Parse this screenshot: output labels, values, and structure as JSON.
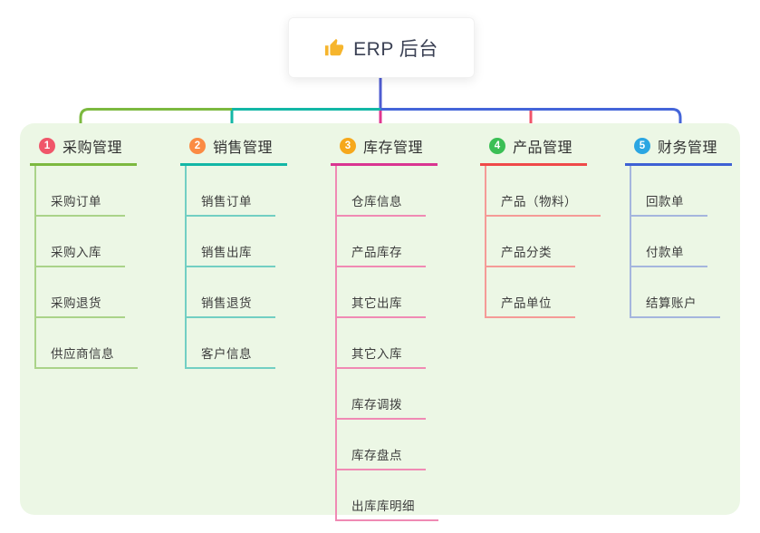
{
  "root": {
    "label": "ERP 后台",
    "icon": "thumbs-up-icon",
    "icon_color": "#f6b52d"
  },
  "panel": {
    "fill": "#ecf7e5"
  },
  "connector": {
    "trunk": "#4f5cd1",
    "segment_green": "#7cb93f",
    "segment_teal": "#13b7a6",
    "segment_blue": "#4465d9",
    "drop_magenta": "#e0368f",
    "drop_red": "#f0536a"
  },
  "branches": [
    {
      "number": "1",
      "label": "采购管理",
      "badge_color": "#f0566a",
      "line_color": "#7cb93f",
      "child_line_color": "#aad389",
      "children": [
        "采购订单",
        "采购入库",
        "采购退货",
        "供应商信息"
      ]
    },
    {
      "number": "2",
      "label": "销售管理",
      "badge_color": "#fb8b43",
      "line_color": "#13b7a6",
      "child_line_color": "#72cfc3",
      "children": [
        "销售订单",
        "销售出库",
        "销售退货",
        "客户信息"
      ]
    },
    {
      "number": "3",
      "label": "库存管理",
      "badge_color": "#f6a81c",
      "line_color": "#d93591",
      "child_line_color": "#f08ab4",
      "children": [
        "仓库信息",
        "产品库存",
        "其它出库",
        "其它入库",
        "库存调拨",
        "库存盘点",
        "出库库明细"
      ]
    },
    {
      "number": "4",
      "label": "产品管理",
      "badge_color": "#3bbf55",
      "line_color": "#ef4a49",
      "child_line_color": "#f59b97",
      "children": [
        "产品（物料）",
        "产品分类",
        "产品单位"
      ]
    },
    {
      "number": "5",
      "label": "财务管理",
      "badge_color": "#2ba6e2",
      "line_color": "#3e61d4",
      "child_line_color": "#a5b6de",
      "children": [
        "回款单",
        "付款单",
        "结算账户"
      ]
    }
  ]
}
